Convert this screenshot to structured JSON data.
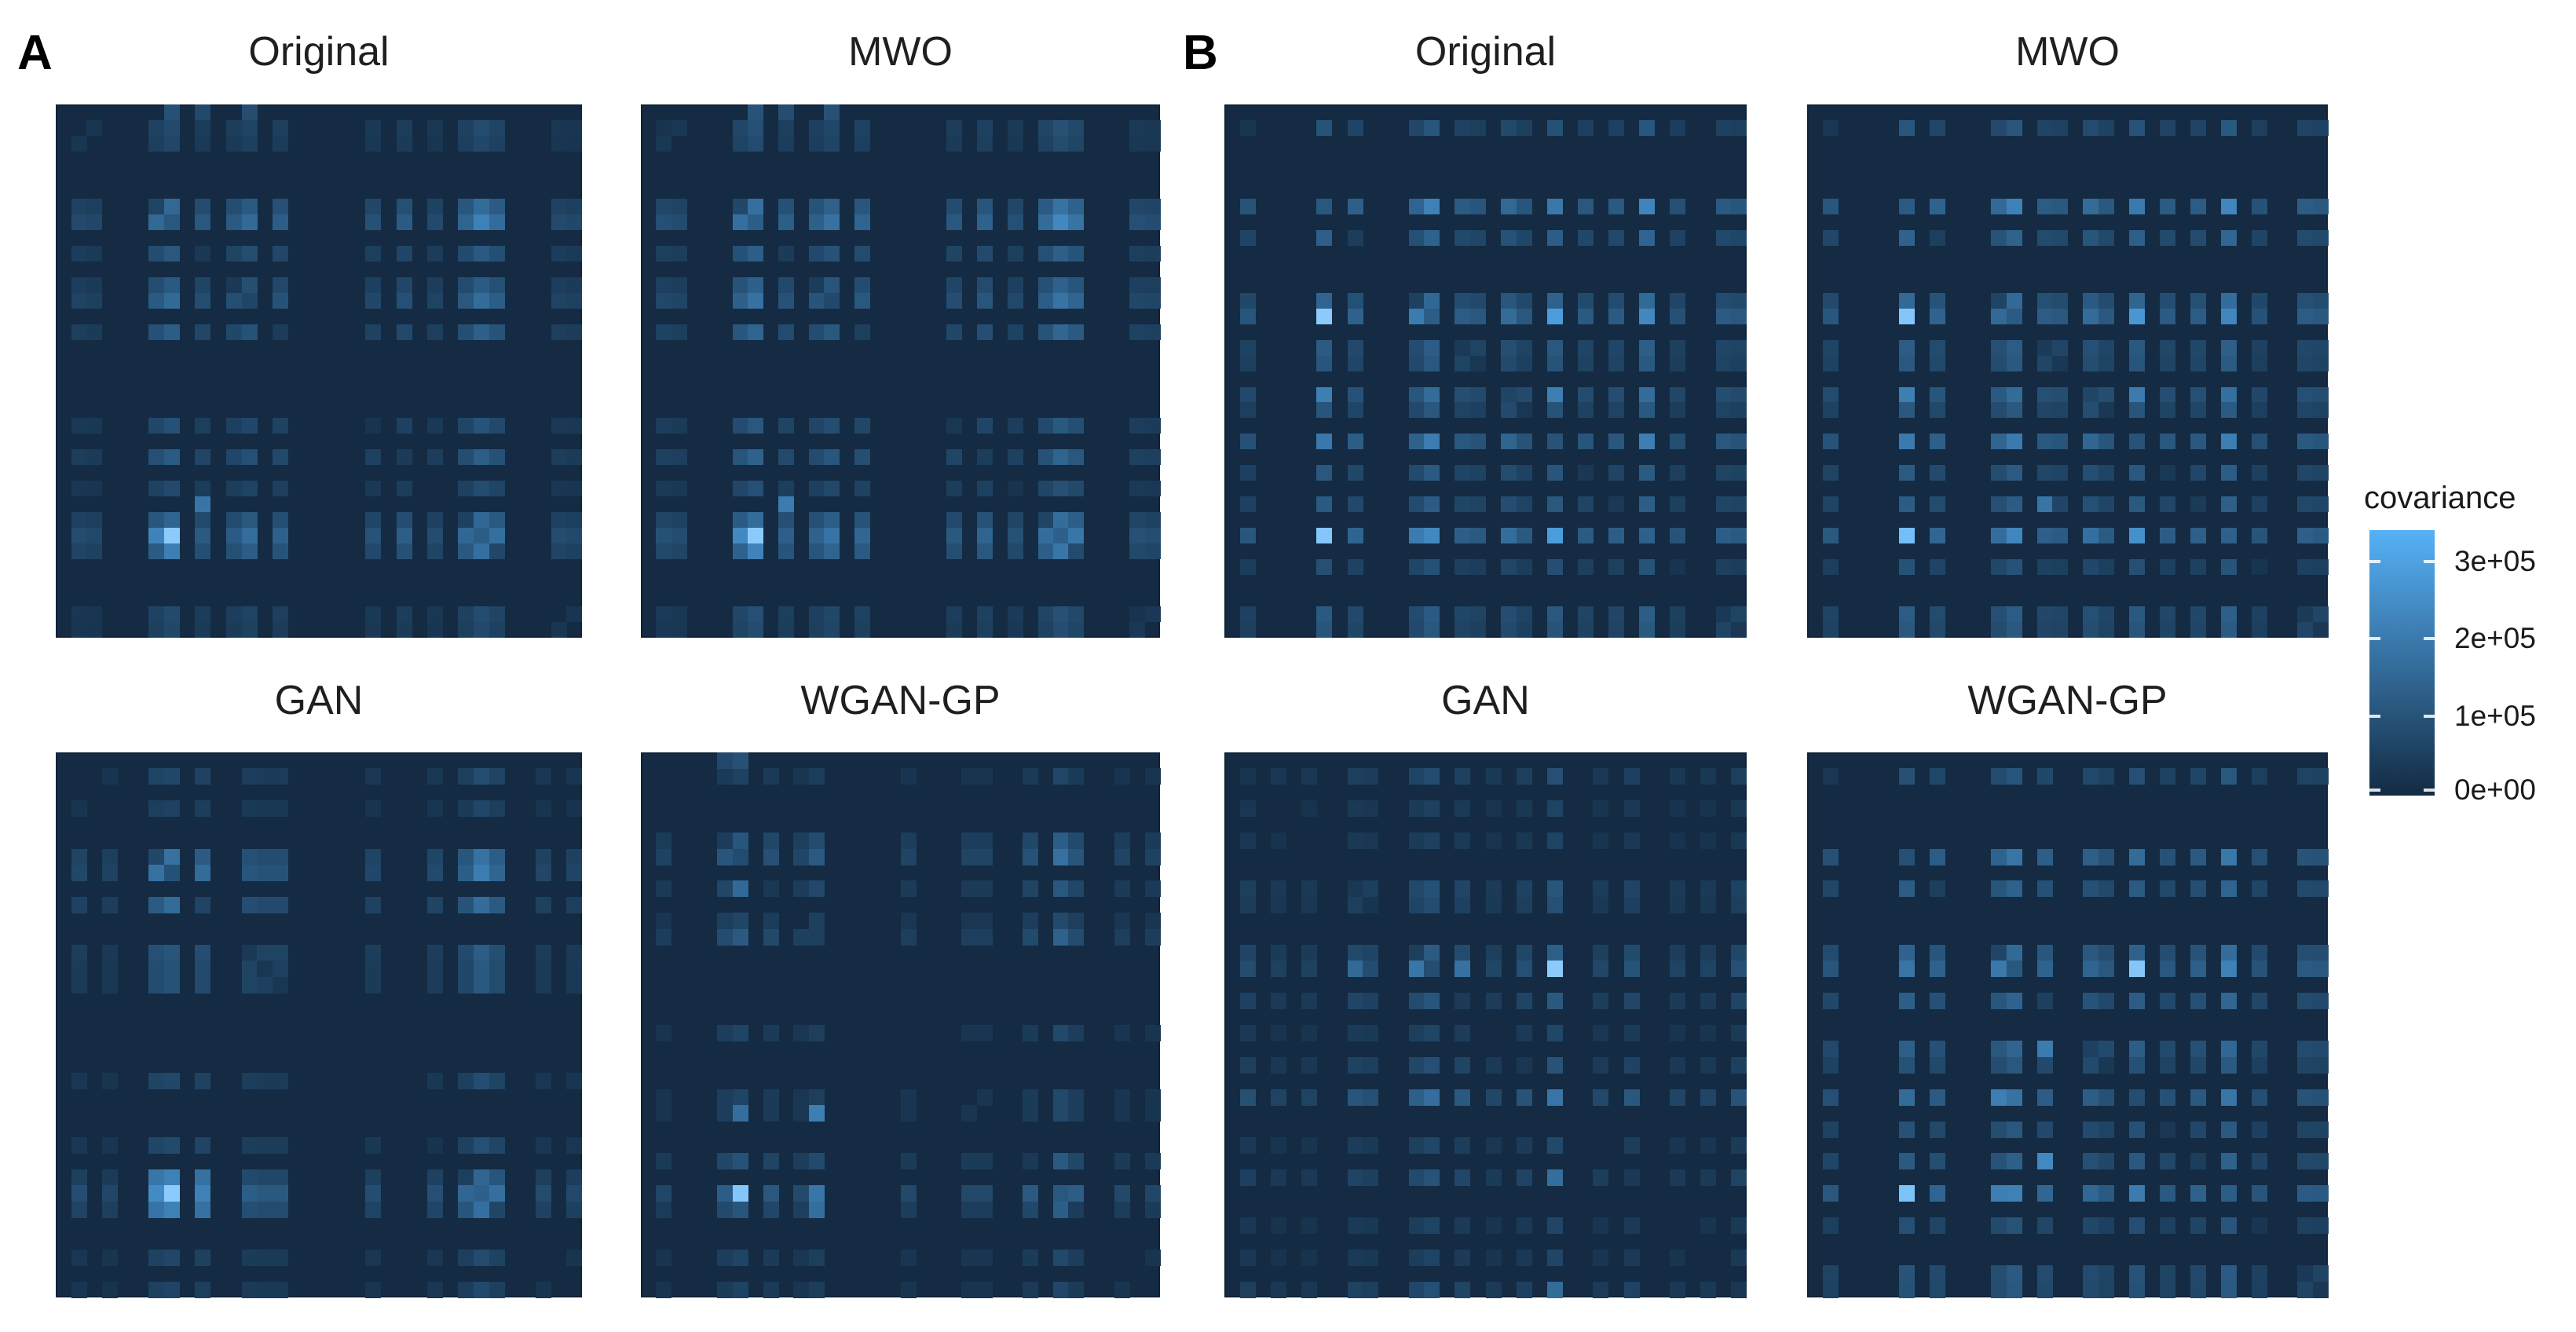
{
  "page": {
    "background": "#ffffff"
  },
  "colorbar": {
    "title": "covariance",
    "ticks": [
      "3e+05",
      "2e+05",
      "1e+05",
      "0e+00"
    ],
    "tick_values": [
      300000,
      200000,
      100000,
      0
    ],
    "range": [
      0,
      343000
    ],
    "low_color": "#132B43",
    "high_color": "#56B1F7",
    "legend_position": "right"
  },
  "chart_data": {
    "type": "heatmap",
    "title": "",
    "note": "Two panels (A, B), each a 2x2 set of covariance-matrix heatmaps comparing Original data with MWO, GAN and WGAN-GP synthetic data. Matrices are ~34x34 cells on a dark navy background with sparse bright blue cells. Cell covariance value = intensity x 343000 (colorbar max); intensity > 1 denotes the few near-white brightest cells.",
    "grid_size": 34,
    "intensity_scale_max_value": 343000,
    "groups": [
      {
        "label": "A",
        "heatmaps": [
          {
            "title": "Original",
            "variables": [
              [
                1,
                0.3
              ],
              [
                2,
                0.26
              ],
              [
                6,
                0.58
              ],
              [
                7,
                0.78
              ],
              [
                9,
                0.42
              ],
              [
                11,
                0.44
              ],
              [
                12,
                0.6
              ],
              [
                14,
                0.48
              ],
              [
                20,
                0.36
              ],
              [
                22,
                0.46
              ],
              [
                24,
                0.3
              ],
              [
                26,
                0.55
              ],
              [
                27,
                0.82
              ],
              [
                28,
                0.62
              ],
              [
                32,
                0.3
              ],
              [
                33,
                0.27
              ]
            ],
            "extra_cells": [
              [
                27,
                7,
                1.25
              ],
              [
                27,
                6,
                0.66
              ],
              [
                28,
                7,
                0.62
              ],
              [
                25,
                9,
                0.55
              ],
              [
                0,
                7,
                0.28
              ],
              [
                0,
                9,
                0.22
              ],
              [
                0,
                12,
                0.25
              ]
            ]
          },
          {
            "title": "MWO",
            "variables": [
              [
                1,
                0.33
              ],
              [
                2,
                0.29
              ],
              [
                6,
                0.62
              ],
              [
                7,
                0.82
              ],
              [
                9,
                0.46
              ],
              [
                11,
                0.48
              ],
              [
                12,
                0.64
              ],
              [
                14,
                0.52
              ],
              [
                20,
                0.4
              ],
              [
                22,
                0.5
              ],
              [
                24,
                0.33
              ],
              [
                26,
                0.58
              ],
              [
                27,
                0.85
              ],
              [
                28,
                0.66
              ],
              [
                32,
                0.33
              ],
              [
                33,
                0.3
              ]
            ],
            "extra_cells": [
              [
                27,
                7,
                1.25
              ],
              [
                27,
                6,
                0.7
              ],
              [
                28,
                7,
                0.66
              ],
              [
                25,
                9,
                0.6
              ],
              [
                0,
                7,
                0.3
              ],
              [
                0,
                9,
                0.25
              ],
              [
                0,
                12,
                0.28
              ]
            ]
          },
          {
            "title": "GAN",
            "variables": [
              [
                1,
                0.3
              ],
              [
                3,
                0.24
              ],
              [
                6,
                0.62
              ],
              [
                7,
                0.72
              ],
              [
                9,
                0.58
              ],
              [
                12,
                0.44
              ],
              [
                13,
                0.4
              ],
              [
                14,
                0.4
              ],
              [
                20,
                0.3
              ],
              [
                24,
                0.32
              ],
              [
                26,
                0.52
              ],
              [
                27,
                0.85
              ],
              [
                28,
                0.6
              ],
              [
                31,
                0.28
              ],
              [
                33,
                0.26
              ]
            ],
            "extra_cells": [
              [
                27,
                7,
                1.25
              ],
              [
                27,
                6,
                0.72
              ],
              [
                27,
                9,
                0.64
              ],
              [
                26,
                6,
                0.56
              ],
              [
                26,
                7,
                0.64
              ],
              [
                26,
                9,
                0.52
              ],
              [
                28,
                6,
                0.54
              ],
              [
                28,
                7,
                0.64
              ],
              [
                28,
                9,
                0.52
              ],
              [
                6,
                7,
                0.52
              ],
              [
                7,
                6,
                0.52
              ],
              [
                7,
                9,
                0.48
              ],
              [
                9,
                7,
                0.48
              ]
            ]
          },
          {
            "title": "WGAN-GP",
            "variables": [
              [
                1,
                0.26
              ],
              [
                5,
                0.48
              ],
              [
                6,
                0.66
              ],
              [
                8,
                0.42
              ],
              [
                10,
                0.3
              ],
              [
                11,
                0.52
              ],
              [
                17,
                0.28
              ],
              [
                21,
                0.28
              ],
              [
                22,
                0.28
              ],
              [
                25,
                0.44
              ],
              [
                27,
                0.78
              ],
              [
                28,
                0.48
              ],
              [
                31,
                0.28
              ],
              [
                33,
                0.26
              ]
            ],
            "extra_cells": [
              [
                27,
                6,
                1.2
              ],
              [
                22,
                11,
                0.62
              ],
              [
                27,
                11,
                0.56
              ],
              [
                28,
                11,
                0.5
              ],
              [
                22,
                6,
                0.5
              ],
              [
                8,
                6,
                0.46
              ],
              [
                0,
                6,
                0.28
              ],
              [
                0,
                5,
                0.22
              ]
            ]
          }
        ]
      },
      {
        "label": "B",
        "heatmaps": [
          {
            "title": "Original",
            "variables": [
              [
                1,
                0.38
              ],
              [
                6,
                0.78
              ],
              [
                8,
                0.5
              ],
              [
                12,
                0.55
              ],
              [
                13,
                0.82
              ],
              [
                15,
                0.45
              ],
              [
                16,
                0.4
              ],
              [
                18,
                0.58
              ],
              [
                19,
                0.4
              ],
              [
                21,
                0.74
              ],
              [
                23,
                0.42
              ],
              [
                25,
                0.44
              ],
              [
                27,
                0.85
              ],
              [
                29,
                0.35
              ],
              [
                32,
                0.44
              ],
              [
                33,
                0.4
              ]
            ],
            "extra_cells": [
              [
                13,
                6,
                1.25
              ],
              [
                27,
                6,
                1.2
              ],
              [
                13,
                21,
                0.85
              ],
              [
                27,
                21,
                0.85
              ],
              [
                18,
                6,
                0.62
              ],
              [
                18,
                21,
                0.62
              ],
              [
                13,
                12,
                0.6
              ],
              [
                27,
                12,
                0.6
              ]
            ]
          },
          {
            "title": "MWO",
            "variables": [
              [
                1,
                0.4
              ],
              [
                6,
                0.8
              ],
              [
                8,
                0.52
              ],
              [
                12,
                0.58
              ],
              [
                13,
                0.8
              ],
              [
                15,
                0.46
              ],
              [
                16,
                0.42
              ],
              [
                18,
                0.6
              ],
              [
                19,
                0.42
              ],
              [
                21,
                0.74
              ],
              [
                23,
                0.44
              ],
              [
                25,
                0.46
              ],
              [
                27,
                0.85
              ],
              [
                29,
                0.36
              ],
              [
                32,
                0.46
              ],
              [
                33,
                0.42
              ]
            ],
            "extra_cells": [
              [
                13,
                6,
                1.2
              ],
              [
                27,
                6,
                1.1
              ],
              [
                13,
                21,
                0.8
              ],
              [
                27,
                21,
                0.75
              ],
              [
                18,
                6,
                0.62
              ],
              [
                18,
                21,
                0.6
              ],
              [
                25,
                15,
                0.55
              ]
            ]
          },
          {
            "title": "GAN",
            "variables": [
              [
                1,
                0.36
              ],
              [
                3,
                0.24
              ],
              [
                5,
                0.24
              ],
              [
                8,
                0.42
              ],
              [
                9,
                0.36
              ],
              [
                12,
                0.52
              ],
              [
                13,
                0.68
              ],
              [
                15,
                0.46
              ],
              [
                17,
                0.28
              ],
              [
                19,
                0.4
              ],
              [
                21,
                0.74
              ],
              [
                24,
                0.3
              ],
              [
                26,
                0.44
              ],
              [
                29,
                0.26
              ],
              [
                31,
                0.26
              ],
              [
                33,
                0.4
              ]
            ],
            "extra_cells": [
              [
                13,
                21,
                1.25
              ],
              [
                21,
                21,
                0.55
              ],
              [
                26,
                21,
                0.5
              ],
              [
                33,
                21,
                0.48
              ],
              [
                13,
                12,
                0.56
              ],
              [
                13,
                15,
                0.52
              ],
              [
                13,
                8,
                0.46
              ]
            ]
          },
          {
            "title": "WGAN-GP",
            "variables": [
              [
                1,
                0.4
              ],
              [
                6,
                0.7
              ],
              [
                8,
                0.52
              ],
              [
                12,
                0.6
              ],
              [
                13,
                0.78
              ],
              [
                15,
                0.54
              ],
              [
                18,
                0.55
              ],
              [
                19,
                0.42
              ],
              [
                21,
                0.68
              ],
              [
                23,
                0.42
              ],
              [
                25,
                0.5
              ],
              [
                27,
                0.82
              ],
              [
                29,
                0.38
              ],
              [
                32,
                0.44
              ],
              [
                33,
                0.42
              ]
            ],
            "extra_cells": [
              [
                13,
                21,
                1.2
              ],
              [
                27,
                6,
                1.15
              ],
              [
                25,
                15,
                0.7
              ],
              [
                21,
                12,
                0.62
              ],
              [
                18,
                15,
                0.6
              ],
              [
                13,
                12,
                0.58
              ],
              [
                27,
                12,
                0.62
              ],
              [
                27,
                21,
                0.6
              ]
            ]
          }
        ]
      }
    ]
  }
}
